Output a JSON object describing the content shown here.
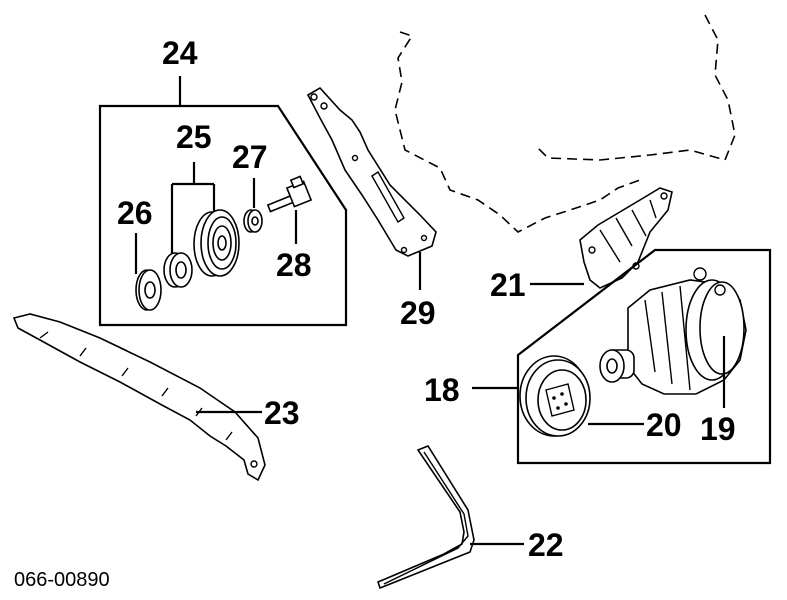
{
  "callouts": {
    "n18": "18",
    "n19": "19",
    "n20": "20",
    "n21": "21",
    "n22": "22",
    "n23": "23",
    "n24": "24",
    "n25": "25",
    "n26": "26",
    "n27": "27",
    "n28": "28",
    "n29": "29"
  },
  "diagram_number": "066-00890"
}
